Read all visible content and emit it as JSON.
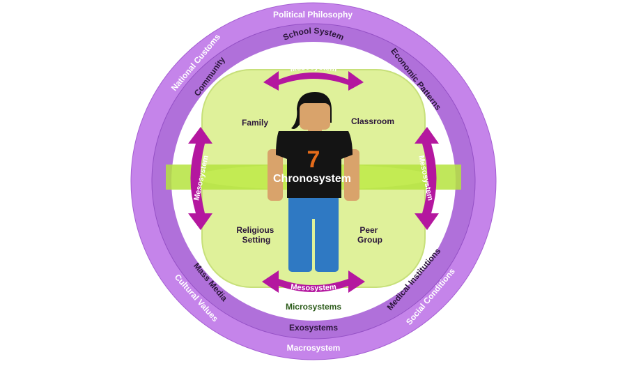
{
  "colors": {
    "macro": "#c584ea",
    "macro_edge": "#a55ed3",
    "exo": "#a563d1",
    "exo_band": "#b070da",
    "white": "#ffffff",
    "micro_field": "#dff19a",
    "micro_edge": "#c7e07a",
    "meso_arrow": "#b4179f",
    "chrono_band": "#b5e33e",
    "skin": "#d9a36b",
    "hair": "#111111",
    "shirt": "#141414",
    "number": "#e46b1a",
    "pants": "#2f79c3",
    "dark_text": "#2b163a",
    "green_text": "#2a5a18"
  },
  "macrosystem": {
    "label": "Macrosystem",
    "items": [
      "Political Philosophy",
      "National Customs",
      "Cultural Values",
      "Social Conditions"
    ]
  },
  "exosystems": {
    "label": "Exosystems",
    "items": [
      "School System",
      "Community",
      "Economic Patterns",
      "Mass Media",
      "Medical Institutions"
    ]
  },
  "microsystems": {
    "label": "Microsystems",
    "items": [
      "Family",
      "Classroom",
      "Religious Setting",
      "Peer Group"
    ]
  },
  "mesosystem": {
    "label": "Mesosystem"
  },
  "chronosystem": {
    "label": "Chronosystem"
  },
  "figure": {
    "shirt_number": "7"
  }
}
